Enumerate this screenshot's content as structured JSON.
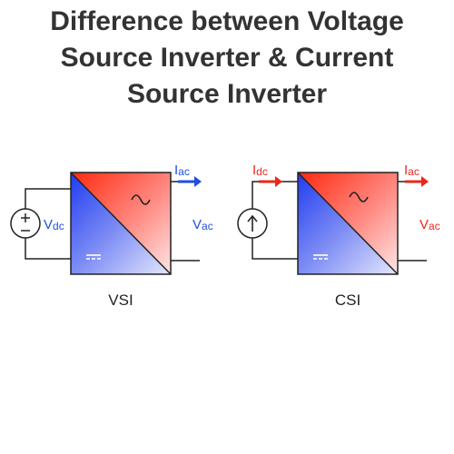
{
  "title": {
    "line1": "Difference between Voltage",
    "line2": "Source Inverter & Current",
    "line3": "Source Inverter"
  },
  "vsi": {
    "caption": "VSI",
    "dc_main": "V",
    "dc_sub": "dc",
    "ac_current_main": "I",
    "ac_current_sub": "ac",
    "ac_voltage_main": "V",
    "ac_voltage_sub": "ac"
  },
  "csi": {
    "caption": "CSI",
    "dc_main": "I",
    "dc_sub": "dc",
    "ac_current_main": "I",
    "ac_current_sub": "ac",
    "ac_voltage_main": "V",
    "ac_voltage_sub": "ac"
  },
  "colors": {
    "title": "#333333",
    "blue": "#1f4fe0",
    "red": "#e8281b",
    "wire": "#222222"
  },
  "icons": {
    "voltage_source": "voltage-source-icon",
    "current_source": "current-source-icon",
    "ac_symbol": "ac-sine-icon",
    "dc_symbol": "dc-symbol-icon"
  }
}
